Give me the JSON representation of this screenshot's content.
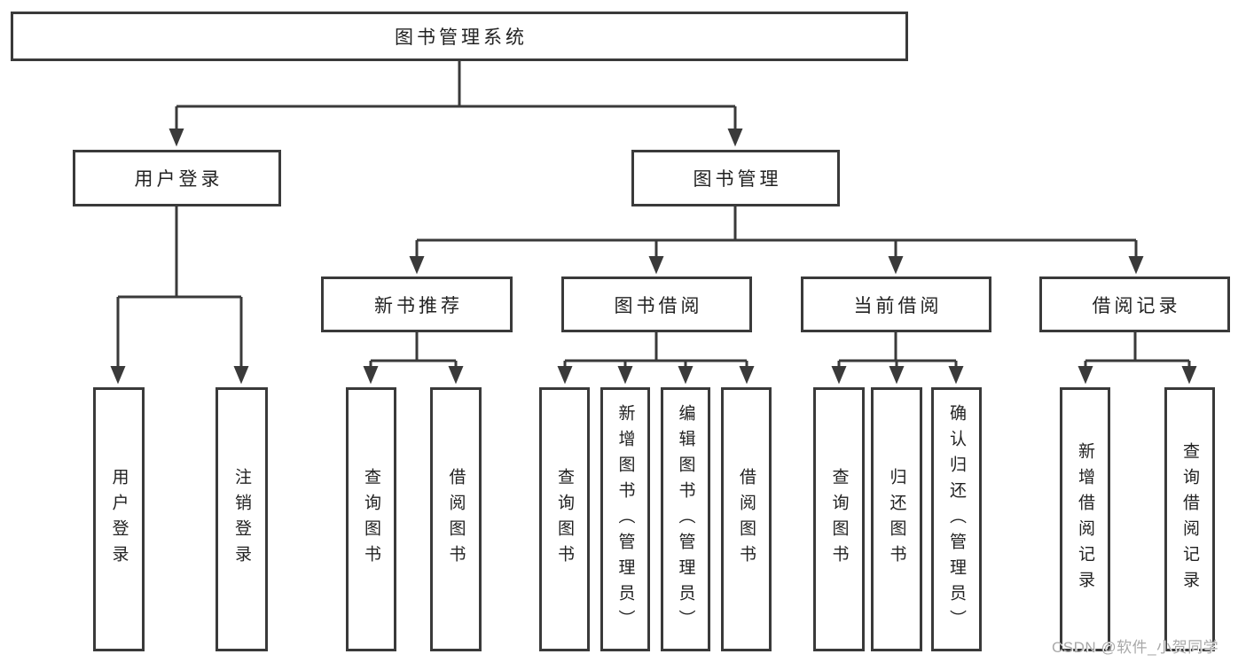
{
  "diagram": {
    "title": "图书管理系统",
    "root": {
      "label": "图书管理系统"
    },
    "level2": [
      {
        "id": "user-login",
        "label": "用户登录"
      },
      {
        "id": "book-management",
        "label": "图书管理"
      }
    ],
    "level3": [
      {
        "id": "new-book-recommend",
        "label": "新书推荐",
        "parent": "book-management"
      },
      {
        "id": "book-borrow",
        "label": "图书借阅",
        "parent": "book-management"
      },
      {
        "id": "current-borrow",
        "label": "当前借阅",
        "parent": "book-management"
      },
      {
        "id": "borrow-records",
        "label": "借阅记录",
        "parent": "book-management"
      }
    ],
    "leaves": [
      {
        "id": "user-login-leaf",
        "label": "用户登录",
        "parent": "user-login"
      },
      {
        "id": "logout",
        "label": "注销登录",
        "parent": "user-login"
      },
      {
        "id": "query-books-1",
        "label": "查询图书",
        "parent": "new-book-recommend"
      },
      {
        "id": "borrow-books-1",
        "label": "借阅图书",
        "parent": "new-book-recommend"
      },
      {
        "id": "query-books-2",
        "label": "查询图书",
        "parent": "book-borrow"
      },
      {
        "id": "add-books-admin",
        "label": "新增图书（管理员）",
        "parent": "book-borrow"
      },
      {
        "id": "edit-books-admin",
        "label": "编辑图书（管理员）",
        "parent": "book-borrow"
      },
      {
        "id": "borrow-books-2",
        "label": "借阅图书",
        "parent": "book-borrow"
      },
      {
        "id": "query-books-3",
        "label": "查询图书",
        "parent": "current-borrow"
      },
      {
        "id": "return-books",
        "label": "归还图书",
        "parent": "current-borrow"
      },
      {
        "id": "confirm-return-admin",
        "label": "确认归还（管理员）",
        "parent": "current-borrow"
      },
      {
        "id": "add-borrow-record",
        "label": "新增借阅记录",
        "parent": "borrow-records"
      },
      {
        "id": "query-borrow-record",
        "label": "查询借阅记录",
        "parent": "borrow-records"
      }
    ]
  },
  "watermark": {
    "text": "CSDN @软件_小贺同学"
  },
  "colors": {
    "line": "#3a3a3a",
    "text": "#222222",
    "watermark": "#a9a9a9",
    "background": "#ffffff"
  }
}
